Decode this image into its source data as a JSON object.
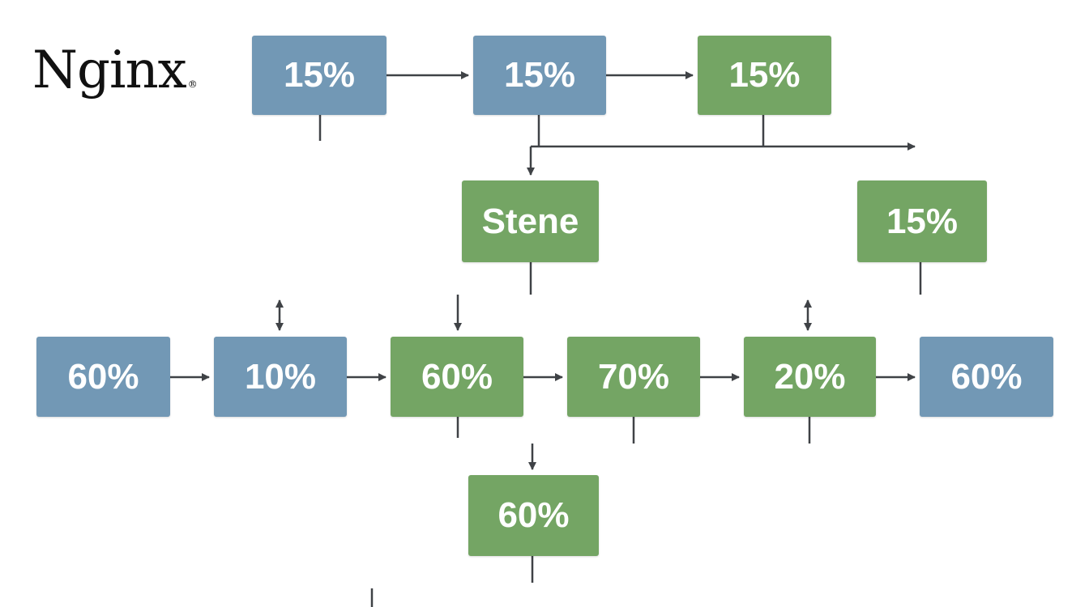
{
  "logo": {
    "text": "Nginx",
    "mark": "®"
  },
  "colors": {
    "blue": "#7298b5",
    "green": "#74a564",
    "edge": "#3f4246"
  },
  "nodes": {
    "r1a": {
      "label": "15%",
      "color": "blue"
    },
    "r1b": {
      "label": "15%",
      "color": "blue"
    },
    "r1c": {
      "label": "15%",
      "color": "green"
    },
    "stene": {
      "label": "Stene",
      "color": "green"
    },
    "r2b": {
      "label": "15%",
      "color": "green"
    },
    "r3a": {
      "label": "60%",
      "color": "blue"
    },
    "r3b": {
      "label": "10%",
      "color": "blue"
    },
    "r3c": {
      "label": "60%",
      "color": "green"
    },
    "r3d": {
      "label": "70%",
      "color": "green"
    },
    "r3e": {
      "label": "20%",
      "color": "green"
    },
    "r3f": {
      "label": "60%",
      "color": "blue"
    },
    "r4": {
      "label": "60%",
      "color": "green"
    }
  }
}
